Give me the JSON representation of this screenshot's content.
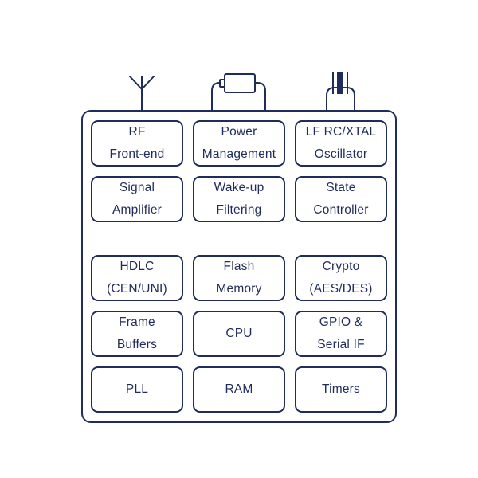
{
  "colors": {
    "stroke": "#1f2c5c",
    "text": "#1f2c5c",
    "background": "#ffffff"
  },
  "icons": {
    "top_left": "antenna-icon",
    "top_center": "battery-icon",
    "top_right": "crystal-icon"
  },
  "blocks": [
    {
      "id": "rf-front-end",
      "lines": [
        "RF",
        "Front-end"
      ]
    },
    {
      "id": "power-management",
      "lines": [
        "Power",
        "Management"
      ]
    },
    {
      "id": "lf-oscillator",
      "lines": [
        "LF RC/XTAL",
        "Oscillator"
      ]
    },
    {
      "id": "signal-amplifier",
      "lines": [
        "Signal",
        "Amplifier"
      ]
    },
    {
      "id": "wake-up-filtering",
      "lines": [
        "Wake-up",
        "Filtering"
      ]
    },
    {
      "id": "state-controller",
      "lines": [
        "State",
        "Controller"
      ]
    },
    {
      "id": "hdlc",
      "lines": [
        "HDLC",
        "(CEN/UNI)"
      ]
    },
    {
      "id": "flash-memory",
      "lines": [
        "Flash",
        "Memory"
      ]
    },
    {
      "id": "crypto",
      "lines": [
        "Crypto",
        "(AES/DES)"
      ]
    },
    {
      "id": "frame-buffers",
      "lines": [
        "Frame",
        "Buffers"
      ]
    },
    {
      "id": "cpu",
      "lines": [
        "CPU"
      ]
    },
    {
      "id": "gpio-serial",
      "lines": [
        "GPIO &",
        "Serial IF"
      ]
    },
    {
      "id": "pll",
      "lines": [
        "PLL"
      ]
    },
    {
      "id": "ram",
      "lines": [
        "RAM"
      ]
    },
    {
      "id": "timers",
      "lines": [
        "Timers"
      ]
    }
  ]
}
